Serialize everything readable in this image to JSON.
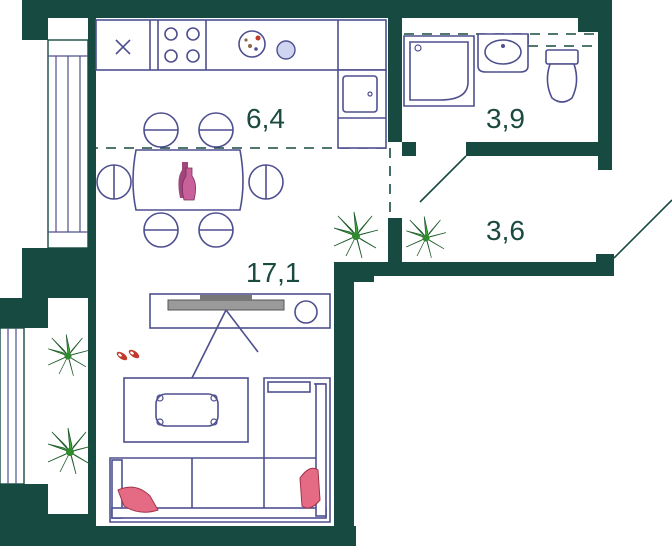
{
  "rooms": [
    {
      "id": "kitchen",
      "area": "6,4"
    },
    {
      "id": "bathroom",
      "area": "3,9"
    },
    {
      "id": "hallway",
      "area": "3,6"
    },
    {
      "id": "living",
      "area": "17,1"
    }
  ],
  "colors": {
    "wall": "#174b42",
    "furniture_stroke": "#4e4f8f",
    "accent_vase": "#a0467a",
    "accent_pillow": "#e56b85",
    "plant": "#3fae3a"
  }
}
